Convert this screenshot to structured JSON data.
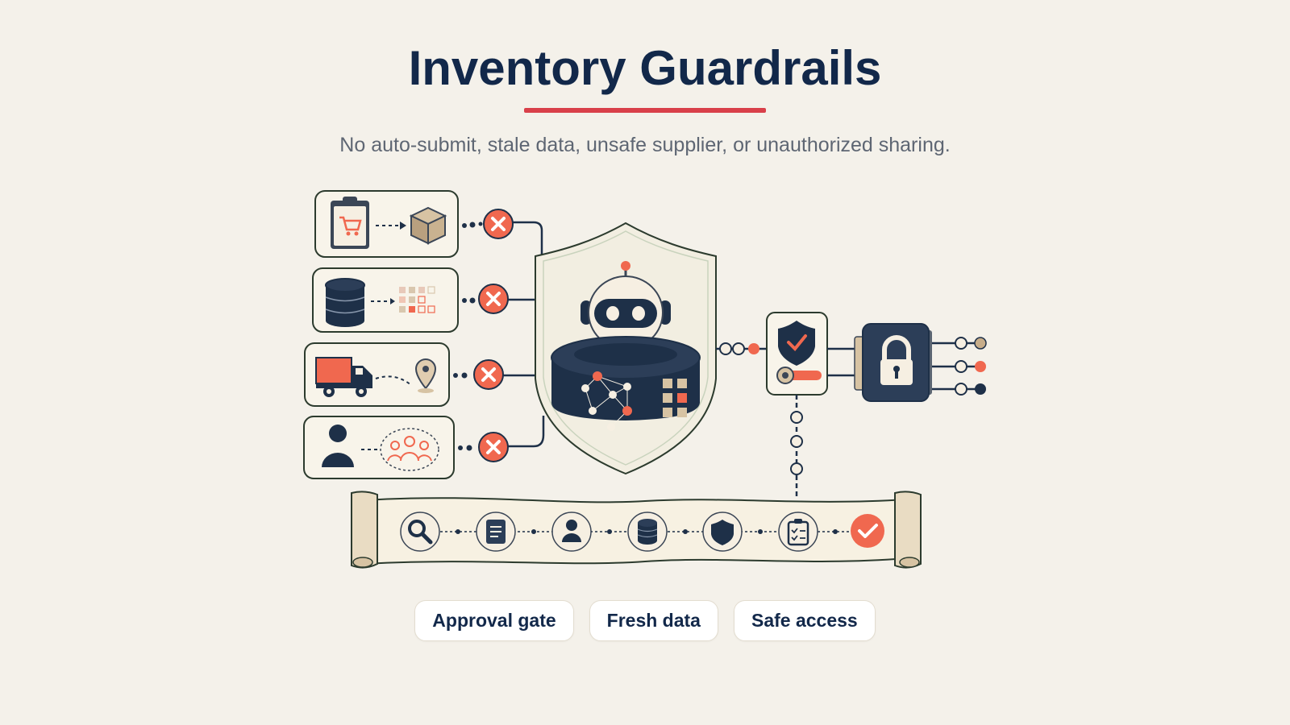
{
  "header": {
    "title": "Inventory Guardrails",
    "subtitle": "No auto-submit, stale data, unsafe supplier, or unauthorized sharing."
  },
  "risks": [
    {
      "id": "auto-submit",
      "icons": [
        "clipboard-cart-icon",
        "package-box-icon"
      ],
      "status": "blocked"
    },
    {
      "id": "stale-data",
      "icons": [
        "database-icon",
        "data-grid-icon"
      ],
      "status": "blocked"
    },
    {
      "id": "unsafe-supplier",
      "icons": [
        "delivery-truck-icon",
        "location-pin-icon"
      ],
      "status": "blocked"
    },
    {
      "id": "unauthorized-sharing",
      "icons": [
        "user-icon",
        "group-icon"
      ],
      "status": "blocked"
    }
  ],
  "center": {
    "icons": [
      "shield-icon",
      "robot-icon",
      "network-icon"
    ]
  },
  "controls": {
    "icons": [
      "shield-check-icon",
      "toggle-icon",
      "padlock-icon"
    ]
  },
  "workflow_steps": [
    {
      "icon": "search-icon"
    },
    {
      "icon": "document-icon"
    },
    {
      "icon": "user-icon"
    },
    {
      "icon": "database-icon"
    },
    {
      "icon": "shield-icon"
    },
    {
      "icon": "checklist-icon"
    },
    {
      "icon": "check-icon"
    }
  ],
  "pills": [
    "Approval gate",
    "Fresh data",
    "Safe access"
  ],
  "colors": {
    "navy": "#1e3048",
    "coral": "#f0684f",
    "background": "#f4f1ea",
    "accent_red": "#d9404a",
    "border_green": "#2c3b2e"
  }
}
